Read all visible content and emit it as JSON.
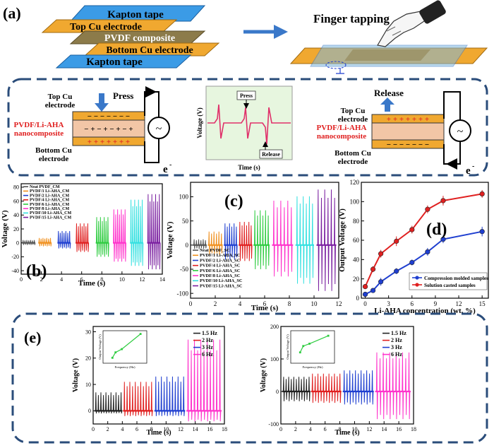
{
  "panels": {
    "a": "(a)",
    "b": "(b)",
    "c": "(c)",
    "d": "(d)",
    "e": "(e)"
  },
  "stack": {
    "layers": [
      {
        "label": "Kapton tape",
        "color": "#3b9be6"
      },
      {
        "label": "Top Cu electrode",
        "color": "#f0a830"
      },
      {
        "label": "PVDF composite",
        "color": "#8c7b4a"
      },
      {
        "label": "Bottom Cu electrode",
        "color": "#f0a830"
      },
      {
        "label": "Kapton tape",
        "color": "#3b9be6"
      }
    ]
  },
  "finger": {
    "label": "Finger tapping"
  },
  "schematic": {
    "press": "Press",
    "release": "Release",
    "top_cu_1": "Top Cu",
    "top_cu_2": "electrode",
    "bottom_cu_1": "Bottom Cu",
    "bottom_cu_2": "electrode",
    "material_1": "PVDF/Li-AHA",
    "material_2": "nanocomposite",
    "electron": "e",
    "electron_sup": "-",
    "minus_row": "−  −  −  −  −  −  −",
    "plus_row": "+  +  +  +  +  +  +",
    "mixed_row": "− + − + − + − +",
    "signal_ylabel": "Voltage (V)",
    "signal_xlabel": "Time (s)",
    "signal_press": "Press",
    "signal_release": "Release",
    "colors": {
      "signal": "#e0306a",
      "accent_red": "#e02020",
      "arrow": "#3a78c9",
      "signal_bg": "#e7f6df"
    }
  },
  "chart_data": [
    {
      "id": "b",
      "type": "line",
      "xlabel": "Time (s)",
      "ylabel": "Voltage (V)",
      "xlim": [
        0,
        14
      ],
      "ylim": [
        -45,
        85
      ],
      "xticks": [
        0,
        2,
        4,
        6,
        8,
        10,
        12,
        14
      ],
      "yticks": [
        -40,
        -20,
        0,
        20,
        40,
        60,
        80
      ],
      "legend": "top-left",
      "series": [
        {
          "name": "Neat PVDF_CM",
          "color": "#555555",
          "x_start": 0.1,
          "x_end": 1.4,
          "peak_pos": 4,
          "peak_neg": -3
        },
        {
          "name": "PVDF/1 Li-AHA_CM",
          "color": "#f0901e",
          "x_start": 1.7,
          "x_end": 3.0,
          "peak_pos": 7,
          "peak_neg": -5
        },
        {
          "name": "PVDF/2 Li-AHA_CM",
          "color": "#1f3fd0",
          "x_start": 3.6,
          "x_end": 4.9,
          "peak_pos": 17,
          "peak_neg": -8
        },
        {
          "name": "PVDF/4 Li-AHA_CM",
          "color": "#e02020",
          "x_start": 5.4,
          "x_end": 6.7,
          "peak_pos": 28,
          "peak_neg": -13
        },
        {
          "name": "PVDF/6 Li-AHA_CM",
          "color": "#2ecc40",
          "x_start": 7.4,
          "x_end": 8.7,
          "peak_pos": 37,
          "peak_neg": -20
        },
        {
          "name": "PVDF/8 Li-AHA_CM",
          "color": "#ff33cc",
          "x_start": 9.1,
          "x_end": 10.4,
          "peak_pos": 48,
          "peak_neg": -27
        },
        {
          "name": "PVDF/10 Li-AHA_CM",
          "color": "#33e0e0",
          "x_start": 10.8,
          "x_end": 12.1,
          "peak_pos": 62,
          "peak_neg": -33
        },
        {
          "name": "PVDF/15 Li-AHA_CM",
          "color": "#7a1fa0",
          "x_start": 12.5,
          "x_end": 13.8,
          "peak_pos": 70,
          "peak_neg": -38
        }
      ]
    },
    {
      "id": "c",
      "type": "line",
      "xlabel": "Time (s)",
      "ylabel": "Voltage (V)",
      "xlim": [
        0,
        12
      ],
      "ylim": [
        -110,
        130
      ],
      "xticks": [
        0,
        2,
        4,
        6,
        8,
        10,
        12
      ],
      "yticks": [
        -100,
        -50,
        0,
        50,
        100
      ],
      "legend": "bottom-left",
      "series": [
        {
          "name": "Neat PVDF_SC",
          "color": "#555555",
          "x_start": 0.2,
          "x_end": 1.3,
          "peak_pos": 12,
          "peak_neg": -8
        },
        {
          "name": "PVDF/1 Li-AHA_SC",
          "color": "#f0901e",
          "x_start": 1.4,
          "x_end": 2.6,
          "peak_pos": 28,
          "peak_neg": -20
        },
        {
          "name": "PVDF/2 Li-AHA_SC",
          "color": "#1f3fd0",
          "x_start": 2.7,
          "x_end": 3.8,
          "peak_pos": 45,
          "peak_neg": -30
        },
        {
          "name": "PVDF/4 Li-AHA_SC",
          "color": "#e02020",
          "x_start": 3.9,
          "x_end": 5.0,
          "peak_pos": 48,
          "peak_neg": -33
        },
        {
          "name": "PVDF/6 Li-AHA_SC",
          "color": "#2ecc40",
          "x_start": 5.1,
          "x_end": 6.4,
          "peak_pos": 72,
          "peak_neg": -50
        },
        {
          "name": "PVDF/8 Li-AHA_SC",
          "color": "#ff33cc",
          "x_start": 6.6,
          "x_end": 8.3,
          "peak_pos": 92,
          "peak_neg": -65
        },
        {
          "name": "PVDF/10 Li-AHA_SC",
          "color": "#33e0e0",
          "x_start": 8.5,
          "x_end": 10.0,
          "peak_pos": 101,
          "peak_neg": -80
        },
        {
          "name": "PVDF/15 Li-AHA_SC",
          "color": "#7a1fa0",
          "x_start": 10.2,
          "x_end": 11.8,
          "peak_pos": 115,
          "peak_neg": -95
        }
      ]
    },
    {
      "id": "d",
      "type": "line",
      "xlabel": "Li-AHA concentration (wt. %)",
      "ylabel": "Output Voltage (V)",
      "xlim": [
        -0.5,
        15.8
      ],
      "ylim": [
        0,
        120
      ],
      "xticks": [
        0,
        3,
        6,
        9,
        12,
        15
      ],
      "yticks": [
        0,
        20,
        40,
        60,
        80,
        100,
        120
      ],
      "legend": "bottom-right",
      "series": [
        {
          "name": "Compression molded samples",
          "color": "#1f3fd0",
          "x": [
            0,
            1,
            2,
            4,
            6,
            8,
            10,
            15
          ],
          "y": [
            4,
            8,
            17,
            28,
            37,
            48,
            61,
            69
          ],
          "err": [
            2,
            2,
            4,
            3,
            3,
            4,
            4,
            5
          ]
        },
        {
          "name": "Solution casted samples",
          "color": "#e02020",
          "x": [
            0,
            1,
            2,
            4,
            6,
            8,
            10,
            15
          ],
          "y": [
            12,
            30,
            46,
            59,
            71,
            92,
            101,
            108
          ],
          "err": [
            2,
            3,
            4,
            5,
            4,
            4,
            5,
            4
          ]
        }
      ]
    },
    {
      "id": "e1",
      "type": "line",
      "xlabel": "Time (s)",
      "ylabel": "Voltage (V)",
      "xlim": [
        0,
        18
      ],
      "ylim": [
        -5,
        32
      ],
      "xticks": [
        0,
        2,
        4,
        6,
        8,
        10,
        12,
        14,
        16,
        18
      ],
      "yticks": [
        0,
        10,
        20,
        30
      ],
      "legend": "top-right",
      "series": [
        {
          "name": "1.5 Hz",
          "color": "#222222",
          "x_start": 0.2,
          "x_end": 4.0,
          "peak_pos": 7,
          "peak_neg": -1
        },
        {
          "name": "2 Hz",
          "color": "#e02020",
          "x_start": 4.1,
          "x_end": 8.2,
          "peak_pos": 11,
          "peak_neg": -2
        },
        {
          "name": "3 Hz",
          "color": "#1f3fd0",
          "x_start": 8.4,
          "x_end": 12.6,
          "peak_pos": 13,
          "peak_neg": -2
        },
        {
          "name": "6 Hz",
          "color": "#ff33cc",
          "x_start": 12.8,
          "x_end": 17.6,
          "peak_pos": 27,
          "peak_neg": -4
        }
      ],
      "inset": {
        "xlabel": "Frequency (Hz)",
        "ylabel": "Output Voltage (V)",
        "x": [
          1.5,
          2,
          3,
          6
        ],
        "y": [
          5,
          10,
          13,
          27
        ],
        "xlim": [
          0,
          7
        ],
        "ylim": [
          0,
          30
        ],
        "color": "#2ecc40"
      }
    },
    {
      "id": "e2",
      "type": "line",
      "xlabel": "Time (s)",
      "ylabel": "Voltage (V)",
      "xlim": [
        0,
        18
      ],
      "ylim": [
        -100,
        200
      ],
      "xticks": [
        0,
        2,
        4,
        6,
        8,
        10,
        12,
        14,
        16,
        18
      ],
      "yticks": [
        -100,
        0,
        100,
        200
      ],
      "legend": "top-right",
      "series": [
        {
          "name": "1.5 Hz",
          "color": "#222222",
          "x_start": 0.2,
          "x_end": 4.0,
          "peak_pos": 45,
          "peak_neg": -30
        },
        {
          "name": "2 Hz",
          "color": "#e02020",
          "x_start": 4.1,
          "x_end": 8.2,
          "peak_pos": 55,
          "peak_neg": -35
        },
        {
          "name": "3 Hz",
          "color": "#1f3fd0",
          "x_start": 8.4,
          "x_end": 12.6,
          "peak_pos": 65,
          "peak_neg": -40
        },
        {
          "name": "6 Hz",
          "color": "#ff33cc",
          "x_start": 12.8,
          "x_end": 17.6,
          "peak_pos": 120,
          "peak_neg": -85
        }
      ],
      "inset": {
        "xlabel": "Frequency (Hz)",
        "ylabel": "Output Voltage (V)",
        "x": [
          1.5,
          2,
          3,
          6
        ],
        "y": [
          60,
          95,
          108,
          152
        ],
        "xlim": [
          0,
          7
        ],
        "ylim": [
          0,
          180
        ],
        "color": "#2ecc40"
      }
    }
  ]
}
